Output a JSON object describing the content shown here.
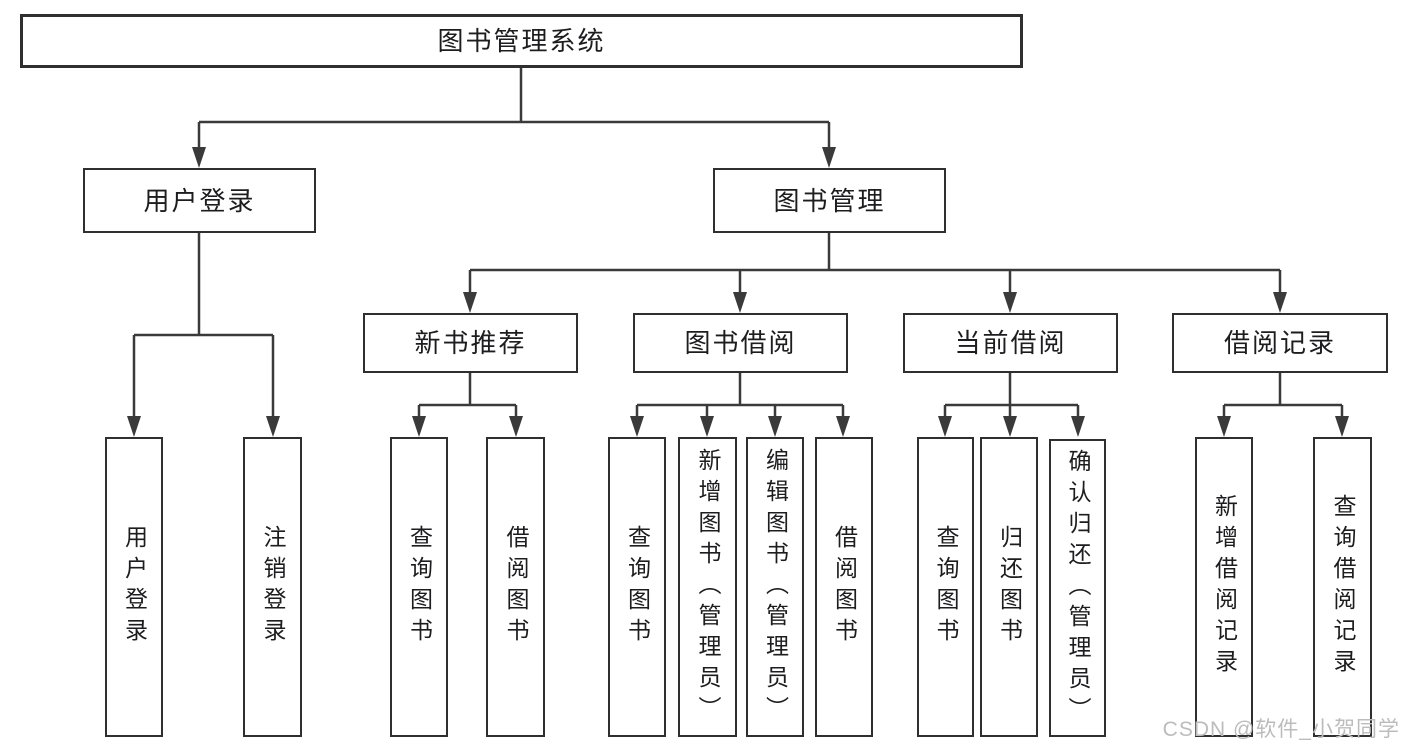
{
  "diagram": {
    "title_node": {
      "label": "图书管理系统"
    },
    "branches": [
      {
        "label": "用户登录"
      },
      {
        "label": "图书管理"
      }
    ],
    "modules": [
      {
        "label": "新书推荐"
      },
      {
        "label": "图书借阅"
      },
      {
        "label": "当前借阅"
      },
      {
        "label": "借阅记录"
      }
    ],
    "leaves": {
      "user_login": [
        {
          "label": "用户登录"
        },
        {
          "label": "注销登录"
        }
      ],
      "new_book": [
        {
          "label": "查询图书"
        },
        {
          "label": "借阅图书"
        }
      ],
      "book_borrow": [
        {
          "label": "查询图书"
        },
        {
          "label": "新增图书（管理员）"
        },
        {
          "label": "编辑图书（管理员）"
        },
        {
          "label": "借阅图书"
        }
      ],
      "current_borrow": [
        {
          "label": "查询图书"
        },
        {
          "label": "归还图书"
        },
        {
          "label": "确认归还（管理员）"
        }
      ],
      "borrow_record": [
        {
          "label": "新增借阅记录"
        },
        {
          "label": "查询借阅记录"
        }
      ]
    },
    "colors": {
      "line": "#3a3a3a",
      "box_border": "#2f2f2f",
      "text": "#1d1d1f",
      "background": "#ffffff",
      "watermark": "#bcbcbc"
    }
  },
  "watermark": {
    "text": "CSDN @软件_小贺同学"
  }
}
